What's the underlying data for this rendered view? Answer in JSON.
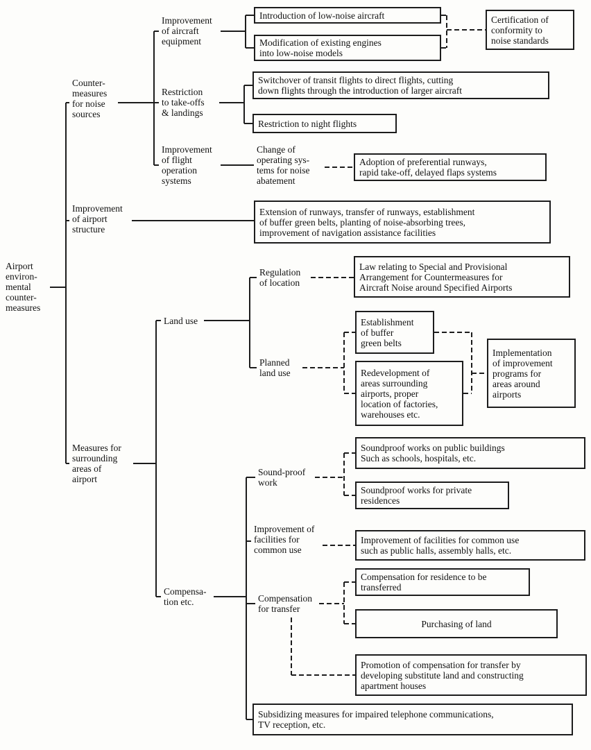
{
  "page": {
    "title": "Airport environmental countermeasures"
  },
  "diagram": {
    "root": "Airport\nenviron-\nmental\ncounter-\nmeasures",
    "noise_sources": {
      "label": "Counter-\nmeasures\nfor noise\nsources",
      "aircraft_equipment": {
        "label": "Improvement\nof aircraft\nequipment",
        "introduction": "Introduction of low-noise aircraft",
        "modification": "Modification of existing engines\ninto low-noise models",
        "certification": "Certification of\nconformity to\nnoise standards"
      },
      "takeoff_landing": {
        "label": "Restriction\nto take-offs\n& landings",
        "switchover": "Switchover of transit flights to direct flights, cutting\ndown flights through the introduction of larger aircraft",
        "night_flights": "Restriction to night flights"
      },
      "flight_operation": {
        "label": "Improvement\nof flight\noperation\nsystems",
        "change_operating": "Change of\noperating sys-\ntems for noise\nabatement",
        "adoption": "Adoption of preferential runways,\nrapid take-off, delayed flaps systems"
      }
    },
    "airport_structure": {
      "label": "Improvement\nof airport\nstructure",
      "works": "Extension of runways, transfer of runways, establishment\nof buffer green belts, planting of noise-absorbing trees,\nimprovement of navigation assistance facilities"
    },
    "surrounding_areas": {
      "label": "Measures for\nsurrounding\nareas of\nairport",
      "land_use": {
        "label": "Land use",
        "regulation": {
          "label": "Regulation\nof location",
          "law": "Law relating to Special and Provisional\nArrangement for Countermeasures for\nAircraft Noise around Specified Airports"
        },
        "planned": {
          "label": "Planned\nland use",
          "buffer_belts": "Establishment\nof buffer\ngreen belts",
          "redevelopment": "Redevelopment of\nareas surrounding\nairports, proper\nlocation of factories,\nwarehouses etc.",
          "implementation": "Implementation\nof improvement\nprograms for\nareas around\nairports"
        }
      },
      "compensation": {
        "label": "Compensa-\ntion etc.",
        "soundproof": {
          "label": "Sound-proof\nwork",
          "public_buildings": "Soundproof works on public buildings\nSuch as schools, hospitals, etc.",
          "private_residences": "Soundproof works for private\nresidences"
        },
        "facilities": {
          "label": "Improvement of\nfacilities for\ncommon use",
          "works": "Improvement of facilities for common use\nsuch as public halls, assembly halls, etc."
        },
        "transfer": {
          "label": "Compensation\nfor transfer",
          "residence": "Compensation for residence to be\ntransferred",
          "purchasing": "Purchasing of land",
          "promotion": "Promotion of compensation for transfer by\ndeveloping substitute land and constructing\napartment houses"
        },
        "subsidizing": "Subsidizing measures for impaired telephone communications,\nTV reception, etc."
      }
    }
  }
}
